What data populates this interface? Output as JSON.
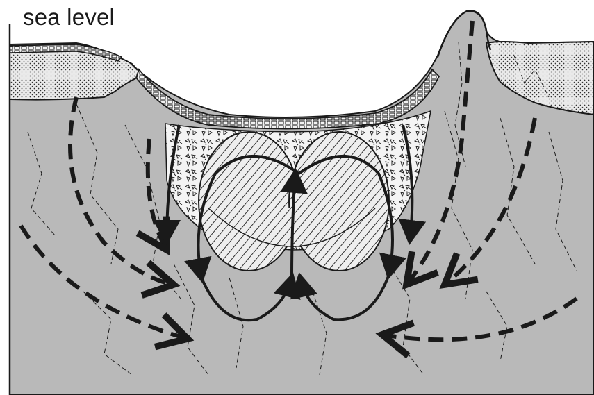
{
  "diagram": {
    "sea_level_label": "sea level",
    "colors": {
      "sea_background": "#ffffff",
      "rock": "#b9b9b9",
      "ink": "#1a1a1a",
      "sediment": "#ececec",
      "fill_light": "#f4f4f4"
    },
    "elements": [
      "left-shelf-sediment",
      "right-shelf-sediment",
      "basin-floor-layer",
      "rubble-fill",
      "hatched-convection-cells",
      "solid-flow-arrows",
      "dashed-flow-arrows",
      "fracture-lines",
      "volcanic-peak"
    ]
  }
}
